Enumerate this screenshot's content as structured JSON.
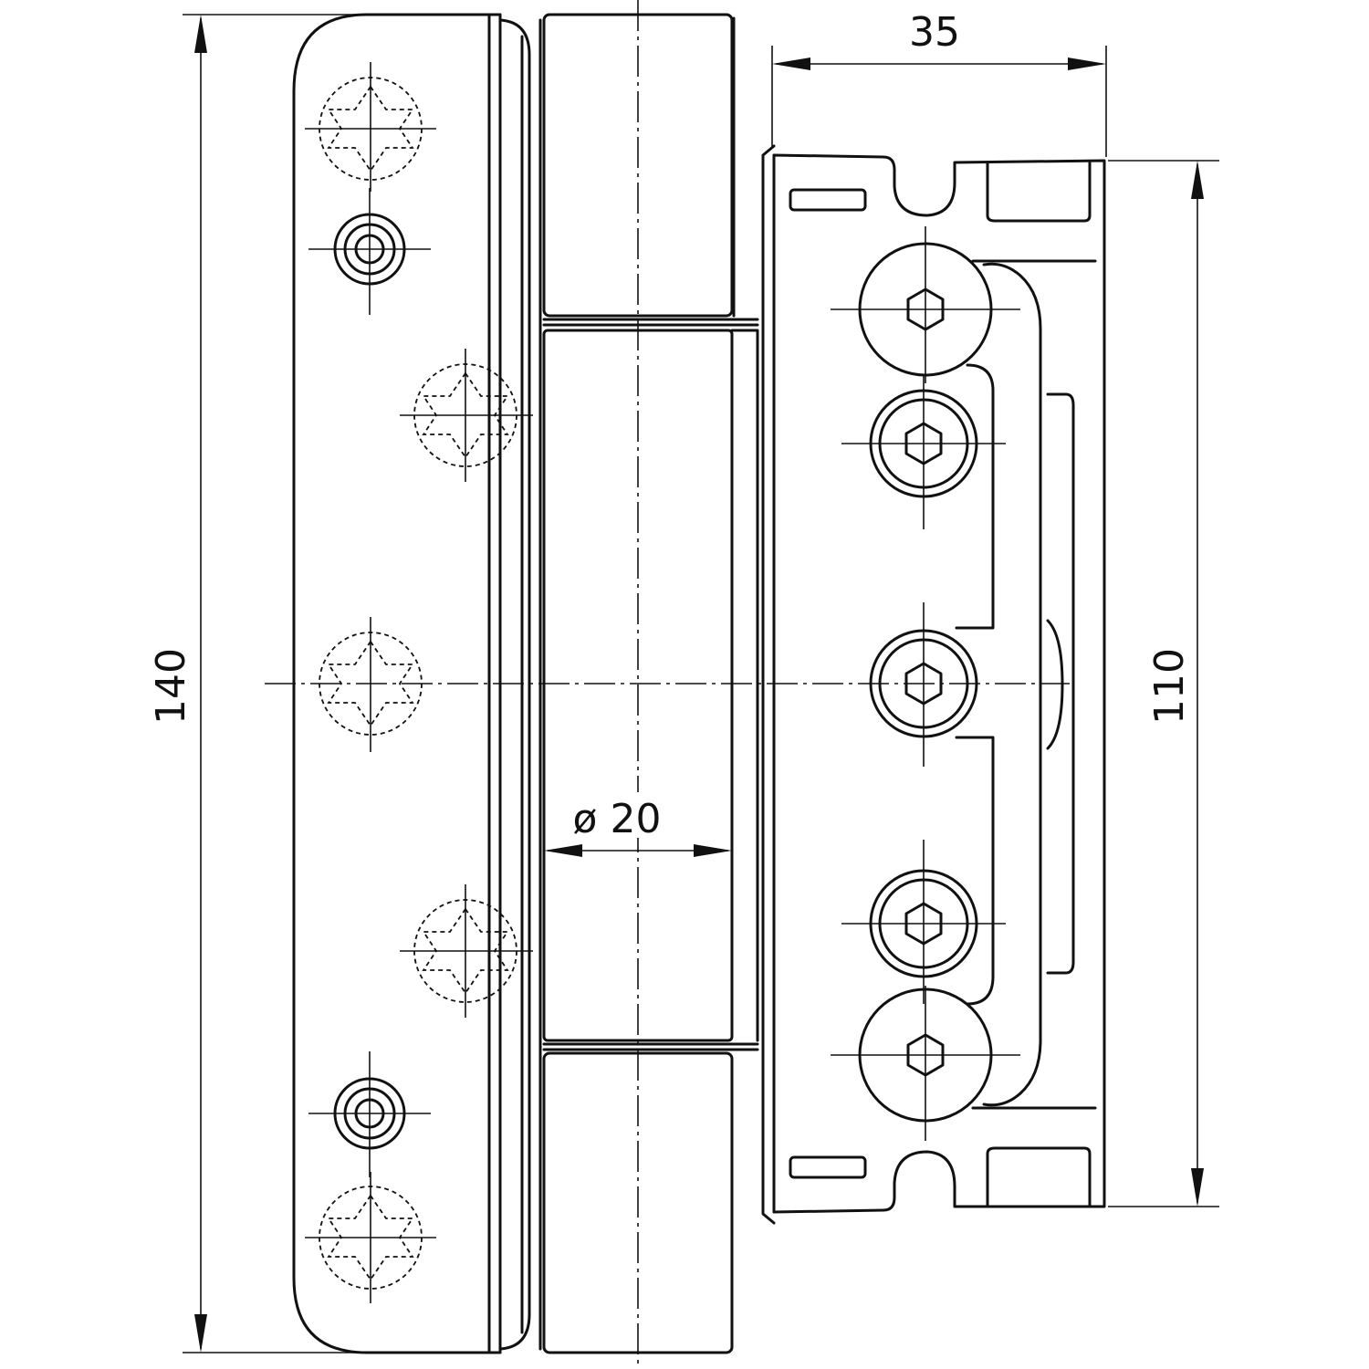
{
  "drawing": {
    "subject": "hinge",
    "colors": {
      "line": "#111111",
      "background": "#ffffff"
    }
  },
  "dimensions": {
    "height_total": "140",
    "bracket_width": "35",
    "bracket_height": "110",
    "barrel_diameter": "ø 20"
  }
}
